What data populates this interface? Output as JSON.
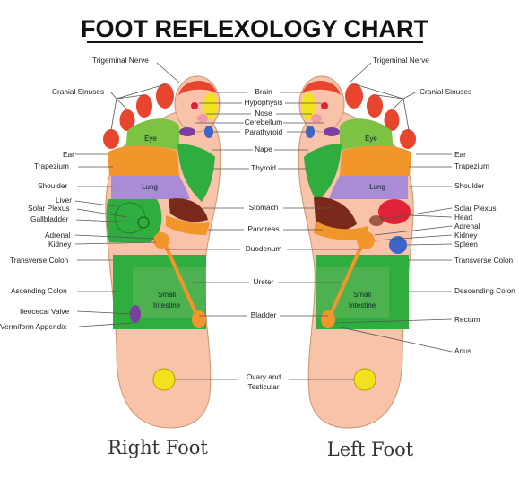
{
  "title": "FOOT REFLEXOLOGY CHART",
  "center_labels": {
    "brain": "Brain",
    "hypophysis": "Hypophysis",
    "nose": "Nose",
    "cerebellum": "Cerebellum",
    "parathyroid": "Parathyroid",
    "nape": "Nape",
    "thyroid": "Thyroid",
    "stomach": "Stomach",
    "pancreas": "Pancreas",
    "duodenum": "Duodenum",
    "ureter": "Ureter",
    "bladder": "Bladder",
    "ovary_line1": "Ovary and",
    "ovary_line2": "Testicular"
  },
  "right_foot": {
    "caption": "Right Foot",
    "labels": {
      "trigeminal": "Trigeminal Nerve",
      "cranial": "Cranial Sinuses",
      "ear": "Ear",
      "trapezium": "Trapezium",
      "shoulder": "Shoulder",
      "liver": "Liver",
      "solar": "Solar Plexus",
      "gallbladder": "Gallbladder",
      "adrenal": "Adrenal",
      "kidney": "Kidney",
      "transverse": "Transverse Colon",
      "ascending": "Ascending Colon",
      "ileocecal": "Ileocecal Valve",
      "appendix": "Vermiform Appendix"
    }
  },
  "left_foot": {
    "caption": "Left Foot",
    "labels": {
      "trigeminal": "Trigeminal Nerve",
      "cranial": "Cranial Sinuses",
      "ear": "Ear",
      "trapezium": "Trapezium",
      "shoulder": "Shoulder",
      "solar": "Solar Plexus",
      "heart": "Heart",
      "adrenal": "Adrenal",
      "kidney": "Kidney",
      "spleen": "Spleen",
      "transverse": "Transverse Colon",
      "descending": "Descending Colon",
      "rectum": "Rectum",
      "anus": "Anus"
    }
  },
  "zone_labels": {
    "eye": "Eye",
    "lung": "Lung",
    "small1": "Small",
    "small2": "Intestine"
  },
  "colors": {
    "skin": "#f8c3a8",
    "toe_red": "#e8452e",
    "orange": "#f2952a",
    "green": "#2fae3f",
    "lime": "#7dc242",
    "lung": "#a98bd6",
    "yellow": "#f3e31e",
    "brown": "#7a2a1a",
    "red_organ": "#e02238",
    "blue": "#3d64c7",
    "pink": "#f09aa6",
    "purple": "#7a3fa0"
  }
}
